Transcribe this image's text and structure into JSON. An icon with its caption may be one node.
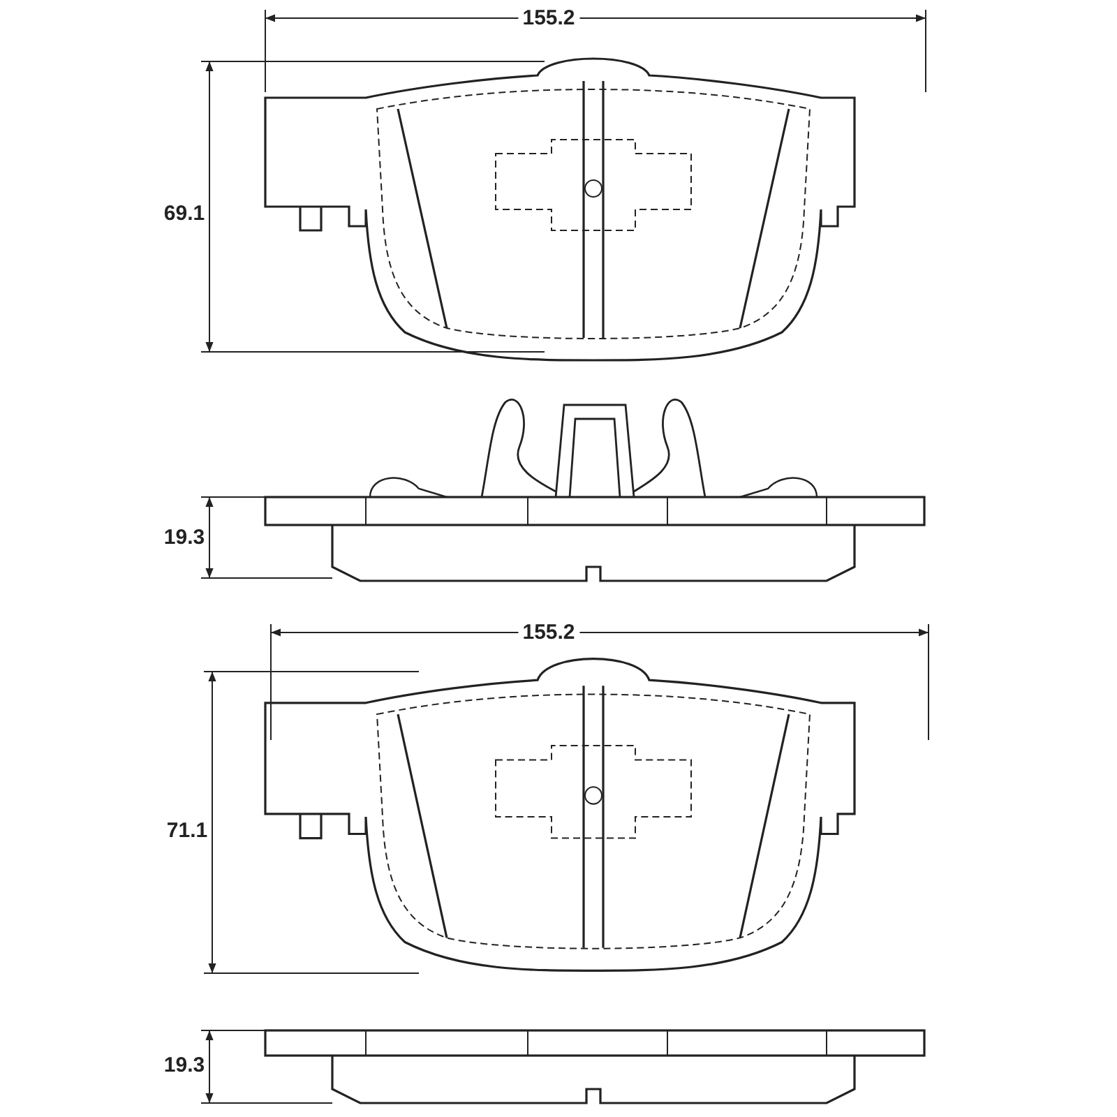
{
  "diagram": {
    "labels": [
      "155.2",
      "69.1",
      "19.3",
      "155.2",
      "71.1",
      "19.3"
    ]
  }
}
